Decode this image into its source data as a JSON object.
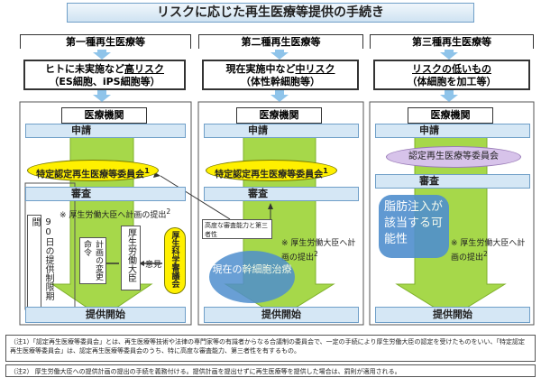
{
  "title": "リスクに応じた再生医療等提供の手続き",
  "columns": [
    {
      "class_label": "第一種再生医療等",
      "risk_line1_pre": "ヒトに未実施など",
      "risk_line1_em": "高リスク",
      "risk_line2": "（ES細胞、iPS細胞等）",
      "institution": "医療機関",
      "apply": "申請",
      "committee": "特定認定再生医療等委員会",
      "committee_sup": "1",
      "review": "審査",
      "ministry_note": "※ 厚生労働大臣へ計画の提出",
      "ministry_note_sup": "2",
      "period_label": "90日の提供制限期間",
      "change_order": "計画の変更命令",
      "minister": "厚生労働大臣",
      "opinion": "意見",
      "council": "厚生科学審議会",
      "start": "提供開始"
    },
    {
      "class_label": "第二種再生医療等",
      "risk_line1_pre": "現在実施中など",
      "risk_line1_em": "中リスク",
      "risk_line2": "（体性幹細胞等）",
      "institution": "医療機関",
      "apply": "申請",
      "committee": "特定認定再生医療等委員会",
      "committee_sup": "1",
      "review": "審査",
      "callout": "高度な審査能力と第三者性",
      "ministry_note": "※ 厚生労働大臣へ計画の提出",
      "ministry_note_sup": "2",
      "example": "現在の幹細胞治療",
      "start": "提供開始"
    },
    {
      "class_label": "第三種再生医療等",
      "risk_line1_em": "リスクの低いもの",
      "risk_line2": "（体細胞を加工等）",
      "institution": "医療機関",
      "apply": "申請",
      "committee": "認定再生医療等委員会",
      "review": "審査",
      "example": "脂肪注入が該当する可能性",
      "ministry_note": "※ 厚生労働大臣へ計画の提出",
      "ministry_note_sup": "2",
      "start": "提供開始"
    }
  ],
  "footnotes": [
    "（注1）「認定再生医療等委員会」とは、再生医療等技術や法律の専門家等の有識者からなる合議制の委員会で、一定の手続により厚生労働大臣の認定を受けたものをいい、「特定認定再生医療等委員会」は、認定再生医療等委員会のうち、特に高度な審査能力、第三者性を有するもの。",
    "（注2） 厚生労働大臣への提供計画の提出の手続を義務付ける。提供計画を提出せずに再生医療等を提供した場合は、罰則が適用される。"
  ],
  "colors": {
    "arrow_green": "#a6d84a",
    "header_blue": "#d5e7f5",
    "committee_yellow": "#fff000",
    "committee_purple": "#d7c3ea",
    "example_blue": "#4f8fce"
  }
}
